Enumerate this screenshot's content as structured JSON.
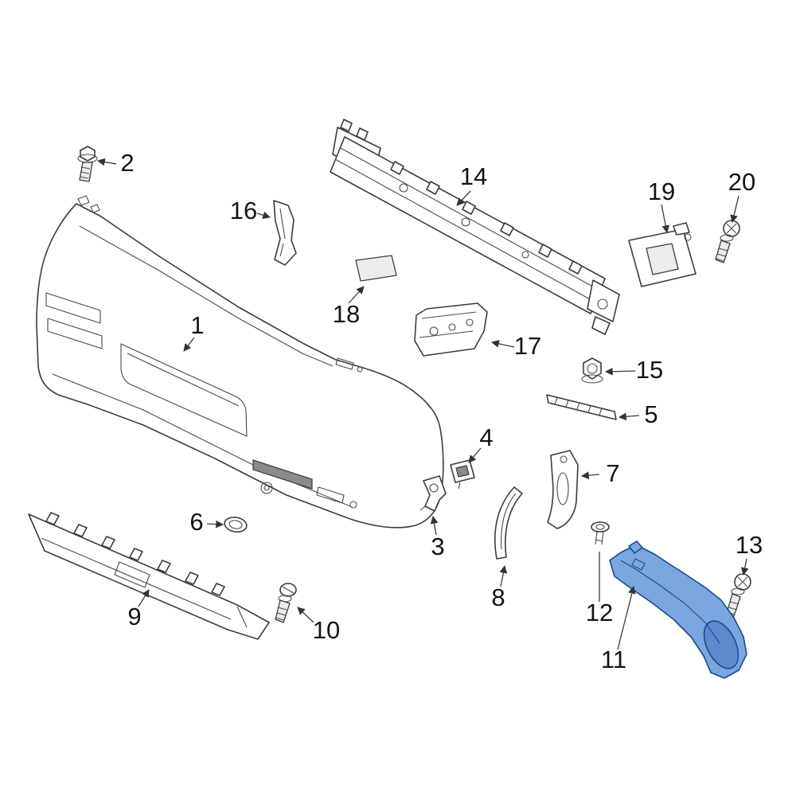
{
  "page": {
    "background": "#ffffff",
    "kind": "exploded-parts-diagram",
    "subject": "rear-bumper-assembly"
  },
  "diagram": {
    "line_color": "#3c3c3c",
    "highlight_fill": "#7aa7dd",
    "highlight_shade": "#5b8bcc",
    "highlight_stroke": "#1a4a94",
    "callouts": [
      {
        "label": "1"
      },
      {
        "label": "2"
      },
      {
        "label": "3"
      },
      {
        "label": "4"
      },
      {
        "label": "5"
      },
      {
        "label": "6"
      },
      {
        "label": "7"
      },
      {
        "label": "8"
      },
      {
        "label": "9"
      },
      {
        "label": "10"
      },
      {
        "label": "11"
      },
      {
        "label": "12"
      },
      {
        "label": "13"
      },
      {
        "label": "14"
      },
      {
        "label": "15"
      },
      {
        "label": "16"
      },
      {
        "label": "17"
      },
      {
        "label": "18"
      },
      {
        "label": "19"
      },
      {
        "label": "20"
      }
    ]
  }
}
